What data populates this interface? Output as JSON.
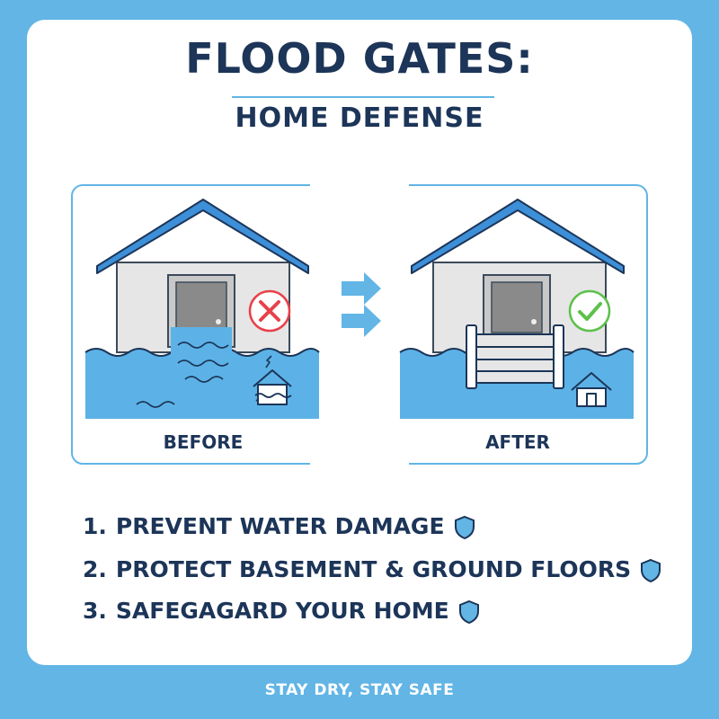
{
  "header": {
    "title": "FLOOD GATES:",
    "subtitle": "HOME DEFENSE"
  },
  "panels": [
    {
      "label": "BEFORE",
      "status_icon": "x-circle-icon",
      "status_color": "#e8414a"
    },
    {
      "label": "AFTER",
      "status_icon": "check-circle-icon",
      "status_color": "#5cc14b"
    }
  ],
  "transition_icon": "double-arrow-right-icon",
  "benefits": [
    {
      "number": "1.",
      "text": "PREVENT WATER DAMAGE",
      "icon": "shield-icon"
    },
    {
      "number": "2.",
      "text": "PROTECT BASEMENT & GROUND FLOORS",
      "icon": "shield-icon"
    },
    {
      "number": "3.",
      "text": "SAFEGAGARD YOUR HOME",
      "icon": "shield-icon"
    }
  ],
  "footer": {
    "tagline": "STAY DRY, STAY SAFE"
  },
  "colors": {
    "background": "#62b5e5",
    "navy": "#1c3558",
    "water": "#5cb2e6",
    "roof": "#3d8fd8",
    "house": "#e6e6e6"
  }
}
